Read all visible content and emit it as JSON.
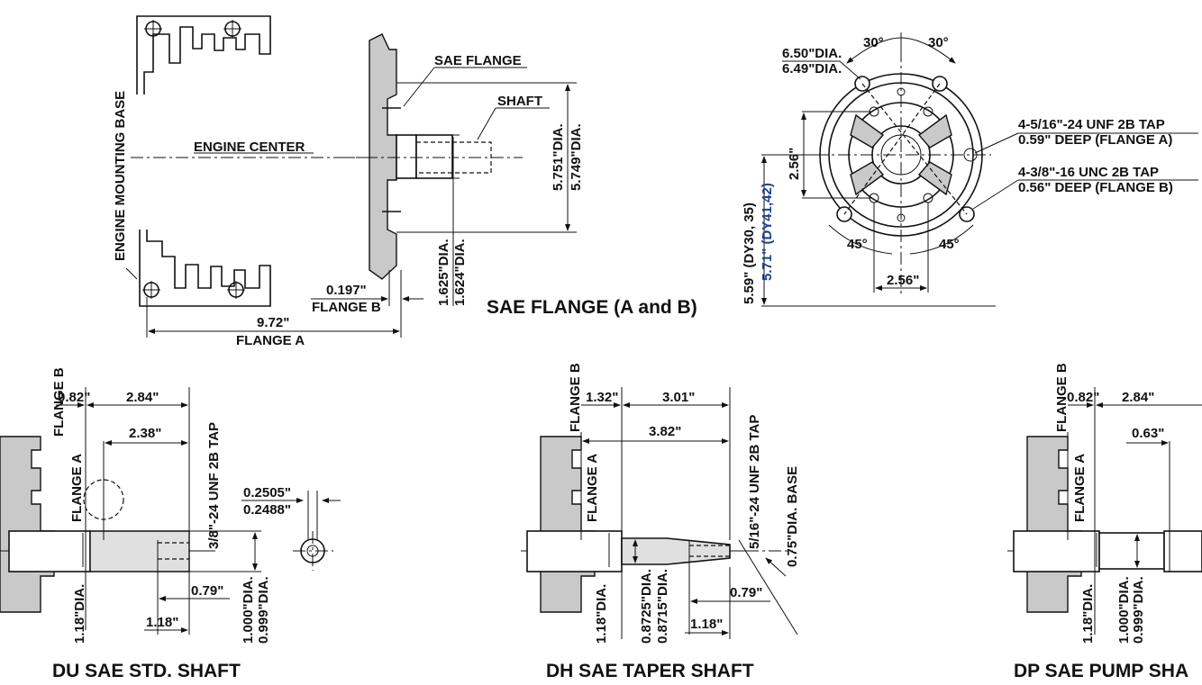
{
  "labels": {
    "engine_mounting_base": "ENGINE MOUNTING BASE",
    "engine_center": "ENGINE CENTER",
    "sae_flange": "SAE FLANGE",
    "shaft": "SHAFT",
    "dia_5751": "5.751\"DIA.",
    "dia_5749": "5.749\"DIA.",
    "dia_1625": "1.625\"DIA.",
    "dia_1624": "1.624\"DIA.",
    "flange_b_dim": "0.197\"",
    "flange_b": "FLANGE B",
    "flange_a_dim": "9.72\"",
    "flange_a": "FLANGE A",
    "dia_650": "6.50\"DIA.",
    "dia_649": "6.49\"DIA.",
    "angle_30": "30°",
    "angle_45": "45°",
    "dim_256": "2.56\"",
    "tap_a_line1": "4-5/16\"-24 UNF 2B TAP",
    "tap_a_line2": "0.59\" DEEP (FLANGE A)",
    "tap_b_line1": "4-3/8\"-16 UNC 2B TAP",
    "tap_b_line2": "0.56\" DEEP (FLANGE B)",
    "dim_559": "5.59\" (DY30, 35)",
    "dim_571": "5.71\" (DY41,42)",
    "dim_082": "0.82\"",
    "dim_284": "2.84\"",
    "dim_238": "2.38\"",
    "tap_38": "3/8\"-24 UNF 2B TAP",
    "dim_02505": "0.2505\"",
    "dim_02488": "0.2488\"",
    "dia_118": "1.18\"DIA.",
    "dim_079": "0.79\"",
    "dim_118": "1.18\"",
    "dia_1000": "1.000\"DIA.",
    "dia_0999": "0.999\"DIA.",
    "dim_132": "1.32\"",
    "dim_301": "3.01\"",
    "dim_382": "3.82\"",
    "tap_516": "5/16\"-24 UNF 2B TAP",
    "base_075": "0.75\"DIA. BASE",
    "dia_08725": "0.8725\"DIA.",
    "dia_08715": "0.8715\"DIA.",
    "dim_063": "0.63\""
  },
  "titles": {
    "sae_flange_ab": "SAE FLANGE (A and B)",
    "du": "DU SAE STD. SHAFT",
    "dh": "DH SAE TAPER SHAFT",
    "dp": "DP SAE PUMP SHA"
  },
  "colors": {
    "ink": "#111111",
    "hatch": "#c9c9c9",
    "blue_label": "#1e3f94"
  }
}
